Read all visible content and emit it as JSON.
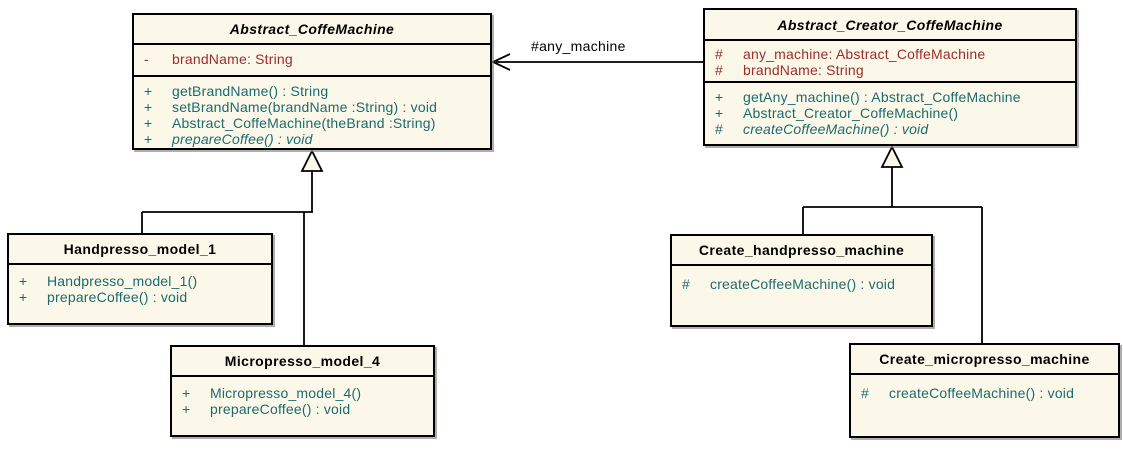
{
  "diagram_type": "uml-class-diagram",
  "colors": {
    "box_fill": "#fcf8e9",
    "attr_color": "#9b2d2d",
    "method_color": "#1c6b6f",
    "line_color": "#000000"
  },
  "classes": [
    {
      "name": "Abstract_CoffeMachine",
      "abstract": true,
      "attributes": [
        {
          "vis": "-",
          "text": "brandName: String"
        }
      ],
      "methods": [
        {
          "vis": "+",
          "text": "getBrandName() : String"
        },
        {
          "vis": "+",
          "text": "setBrandName(brandName :String) : void"
        },
        {
          "vis": "+",
          "text": "Abstract_CoffeMachine(theBrand :String)"
        },
        {
          "vis": "+",
          "text": "prepareCoffee() : void",
          "italic": true
        }
      ]
    },
    {
      "name": "Abstract_Creator_CoffeMachine",
      "abstract": true,
      "attributes": [
        {
          "vis": "#",
          "text": "any_machine: Abstract_CoffeMachine"
        },
        {
          "vis": "#",
          "text": "brandName: String"
        }
      ],
      "methods": [
        {
          "vis": "+",
          "text": "getAny_machine() : Abstract_CoffeMachine"
        },
        {
          "vis": "+",
          "text": "Abstract_Creator_CoffeMachine()"
        },
        {
          "vis": "#",
          "text": "createCoffeeMachine() : void",
          "italic": true
        }
      ]
    },
    {
      "name": "Handpresso_model_1",
      "abstract": false,
      "attributes": [],
      "methods": [
        {
          "vis": "+",
          "text": "Handpresso_model_1()"
        },
        {
          "vis": "+",
          "text": "prepareCoffee() : void"
        }
      ]
    },
    {
      "name": "Micropresso_model_4",
      "abstract": false,
      "attributes": [],
      "methods": [
        {
          "vis": "+",
          "text": "Micropresso_model_4()"
        },
        {
          "vis": "+",
          "text": "prepareCoffee() : void"
        }
      ]
    },
    {
      "name": "Create_handpresso_machine",
      "abstract": false,
      "attributes": [],
      "methods": [
        {
          "vis": "#",
          "text": "createCoffeeMachine() : void"
        }
      ]
    },
    {
      "name": "Create_micropresso_machine",
      "abstract": false,
      "attributes": [],
      "methods": [
        {
          "vis": "#",
          "text": "createCoffeeMachine() : void"
        }
      ]
    }
  ],
  "connectors": {
    "association": {
      "label": "#any_machine",
      "from": "Abstract_Creator_CoffeMachine",
      "to": "Abstract_CoffeMachine",
      "type": "open-arrow"
    },
    "generalizations": [
      {
        "from": "Handpresso_model_1",
        "to": "Abstract_CoffeMachine"
      },
      {
        "from": "Micropresso_model_4",
        "to": "Abstract_CoffeMachine"
      },
      {
        "from": "Create_handpresso_machine",
        "to": "Abstract_Creator_CoffeMachine"
      },
      {
        "from": "Create_micropresso_machine",
        "to": "Abstract_Creator_CoffeMachine"
      }
    ]
  }
}
